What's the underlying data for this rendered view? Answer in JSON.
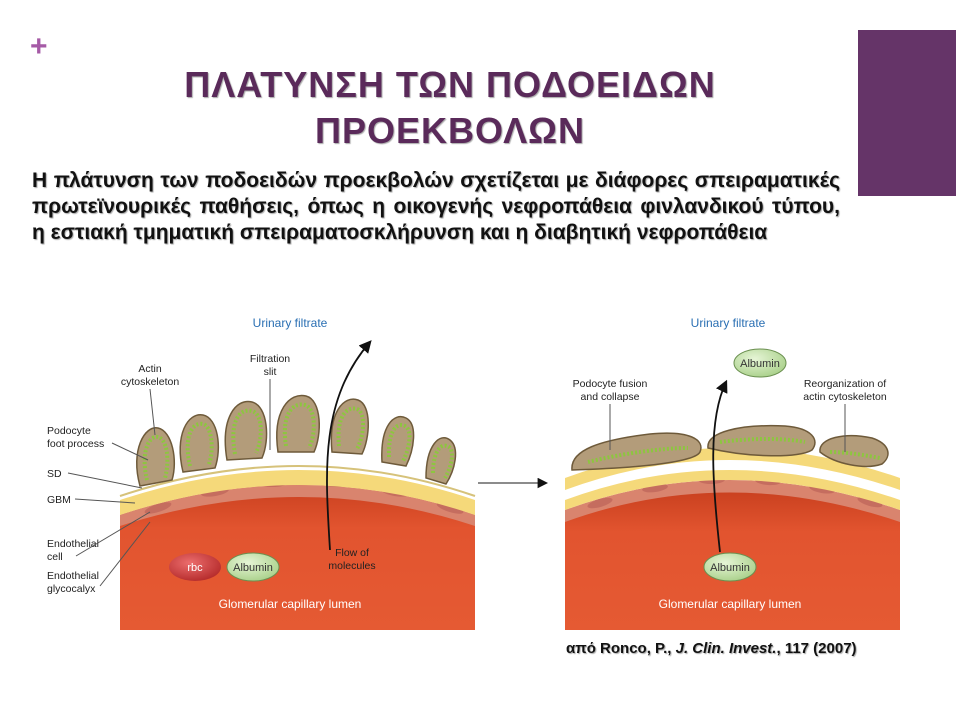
{
  "slide": {
    "plus_symbol": "+",
    "accent_color": "#653468",
    "title_line1": "ΠΛΑΤΥΝΣΗ ΤΩΝ ΠΟΔΟΕΙΔΩΝ",
    "title_line2": "ΠΡΟΕΚΒΟΛΩΝ",
    "body": "Η πλάτυνση των ποδοειδών προεκβολών σχετίζεται με διάφορες σπειραματικές πρωτεϊνουρικές παθήσεις, όπως η οικογενής νεφροπάθεια φινλανδικού τύπου, η εστιακή τμηματική σπειραματοσκλήρυνση και η διαβητική νεφροπάθεια",
    "citation": {
      "prefix": "από Ronco, P., ",
      "journal": "J. Clin. Invest.",
      "suffix": ", 117 (2007)"
    }
  },
  "figure": {
    "left": {
      "urinary_filtrate": "Urinary filtrate",
      "actin_1": "Actin",
      "actin_2": "cytoskeleton",
      "filtration_1": "Filtration",
      "filtration_2": "slit",
      "podocyte_1": "Podocyte",
      "podocyte_2": "foot process",
      "sd": "SD",
      "gbm": "GBM",
      "endo_1": "Endothelial",
      "endo_2": "cell",
      "glyco_1": "Endothelial",
      "glyco_2": "glycocalyx",
      "rbc": "rbc",
      "albumin": "Albumin",
      "flow_1": "Flow of",
      "flow_2": "molecules",
      "lumen": "Glomerular capillary lumen"
    },
    "right": {
      "urinary_filtrate": "Urinary filtrate",
      "albumin_top": "Albumin",
      "fusion_1": "Podocyte fusion",
      "fusion_2": "and collapse",
      "reorg_1": "Reorganization of",
      "reorg_2": "actin cytoskeleton",
      "albumin_bottom": "Albumin",
      "lumen": "Glomerular capillary lumen"
    },
    "colors": {
      "lumen": "#e2542f",
      "lumen_dark": "#c9401f",
      "gbm": "#f5d97a",
      "endothelium": "#d9846e",
      "podocyte": "#b39c7a",
      "actin": "#8dc63f",
      "albumin": "#c5e4a9",
      "rbc": "#d23b3b",
      "label_blue": "#2a6fb3"
    }
  }
}
